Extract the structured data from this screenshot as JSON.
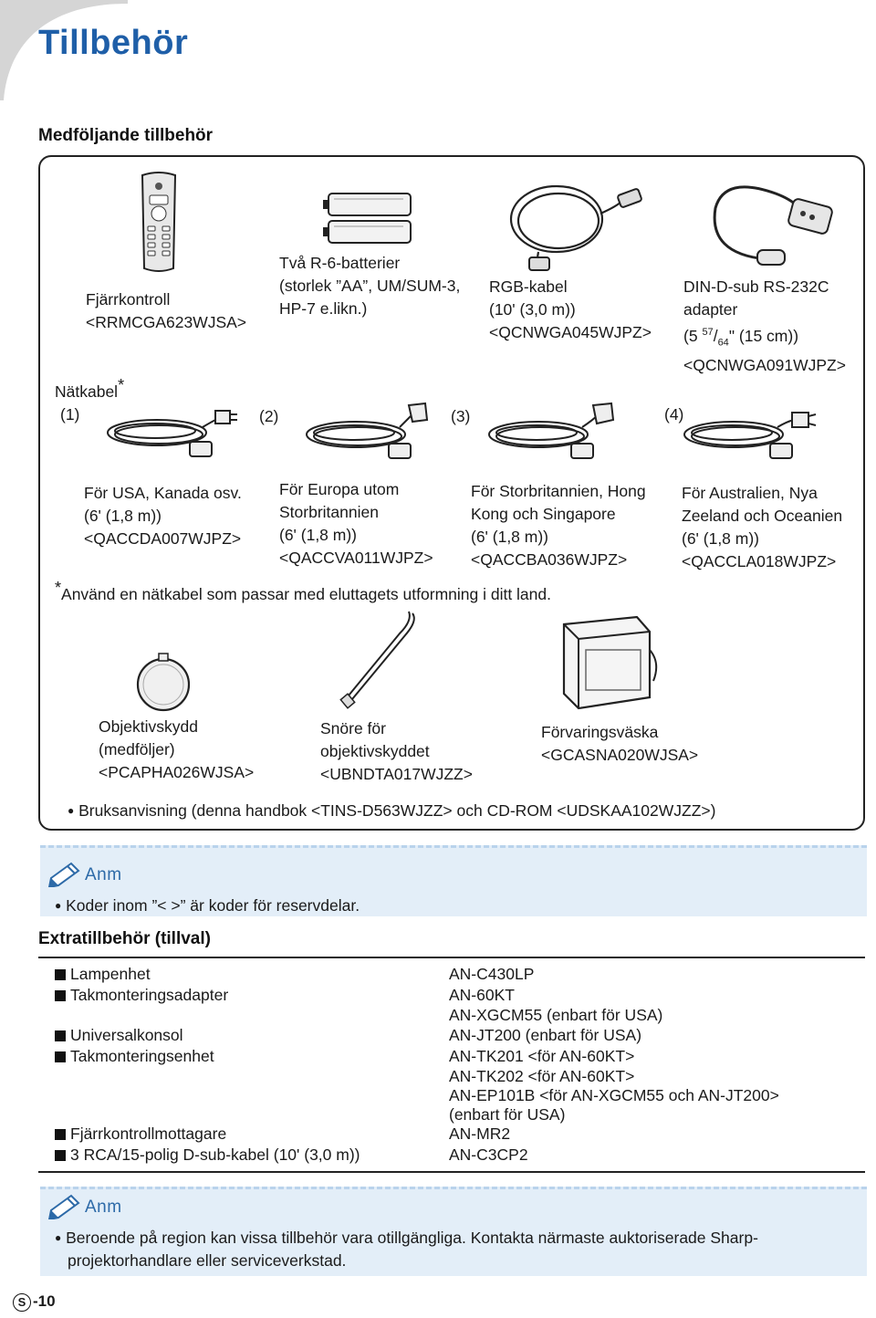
{
  "page": {
    "title": "Tillbehör",
    "number": "-10",
    "number_prefix": "S"
  },
  "included": {
    "heading": "Medföljande tillbehör",
    "remote": {
      "line1": "Fjärrkontroll",
      "line2": "<RRMCGA623WJSA>"
    },
    "batteries": {
      "line1": "Två R-6-batterier",
      "line2": "(storlek ”AA”, UM/SUM-3,",
      "line3": "HP-7 e.likn.)"
    },
    "rgb_cable": {
      "line1": "RGB-kabel",
      "line2": "(10' (3,0 m))",
      "line3": "<QCNWGA045WJPZ>"
    },
    "din_adapter": {
      "line1": "DIN-D-sub RS-232C",
      "line2": "adapter",
      "line3_prefix": "(5 ",
      "line3_sup": "57",
      "line3_sub": "64",
      "line3_suffix": "\" (15 cm))",
      "line4": "<QCNWGA091WJPZ>"
    },
    "power_cable_label": "Nätkabel",
    "power_cable_star": "*",
    "power_cables": [
      {
        "num": "(1)",
        "lines": [
          "För USA, Kanada osv.",
          "(6' (1,8 m))",
          "<QACCDA007WJPZ>"
        ]
      },
      {
        "num": "(2)",
        "lines": [
          "För Europa utom",
          "Storbritannien",
          "(6' (1,8 m))",
          "<QACCVA011WJPZ>"
        ]
      },
      {
        "num": "(3)",
        "lines": [
          "För Storbritannien, Hong",
          "Kong och Singapore",
          "(6' (1,8 m))",
          "<QACCBA036WJPZ>"
        ]
      },
      {
        "num": "(4)",
        "lines": [
          "För Australien, Nya",
          "Zeeland och Oceanien",
          "(6' (1,8 m))",
          "<QACCLA018WJPZ>"
        ]
      }
    ],
    "footnote_star": "*",
    "footnote": "Använd en nätkabel som passar med eluttagets utformning i ditt land.",
    "lens_cap": {
      "line1": "Objektivskydd",
      "line2": "(medföljer)",
      "line3": "<PCAPHA026WJSA>"
    },
    "strap": {
      "line1": "Snöre för",
      "line2": "objektivskyddet",
      "line3": "<UBNDTA017WJZZ>"
    },
    "bag": {
      "line1": "Förvaringsväska",
      "line2": "<GCASNA020WJSA>"
    },
    "manual": "Bruksanvisning (denna handbok <TINS-D563WJZZ> och CD-ROM <UDSKAA102WJZZ>)"
  },
  "note1": {
    "label": "Anm",
    "text": "Koder inom ”< >” är koder för reservdelar."
  },
  "optional": {
    "heading": "Extratillbehör (tillval)",
    "items": [
      {
        "name": "Lampenhet",
        "codes": [
          "AN-C430LP"
        ]
      },
      {
        "name": "Takmonteringsadapter",
        "codes": [
          "AN-60KT",
          "AN-XGCM55 (enbart för USA)"
        ]
      },
      {
        "name": "Universalkonsol",
        "codes": [
          "AN-JT200 (enbart för USA)"
        ]
      },
      {
        "name": "Takmonteringsenhet",
        "codes": [
          "AN-TK201 <för AN-60KT>",
          "AN-TK202 <för AN-60KT>",
          "AN-EP101B <för AN-XGCM55 och AN-JT200>",
          "(enbart för USA)"
        ]
      },
      {
        "name": "Fjärrkontrollmottagare",
        "codes": [
          "AN-MR2"
        ]
      },
      {
        "name": "3 RCA/15-polig D-sub-kabel (10' (3,0 m))",
        "codes": [
          "AN-C3CP2"
        ]
      }
    ]
  },
  "note2": {
    "label": "Anm",
    "line1": "Beroende på region kan vissa tillbehör vara otillgängliga. Kontakta närmaste auktoriserade Sharp-",
    "line2": "projektorhandlare eller serviceverkstad."
  },
  "colors": {
    "title": "#1f5fa8",
    "note_bg": "#e3eef8",
    "note_border": "#b9d3ec",
    "anm": "#2d6aa8"
  }
}
